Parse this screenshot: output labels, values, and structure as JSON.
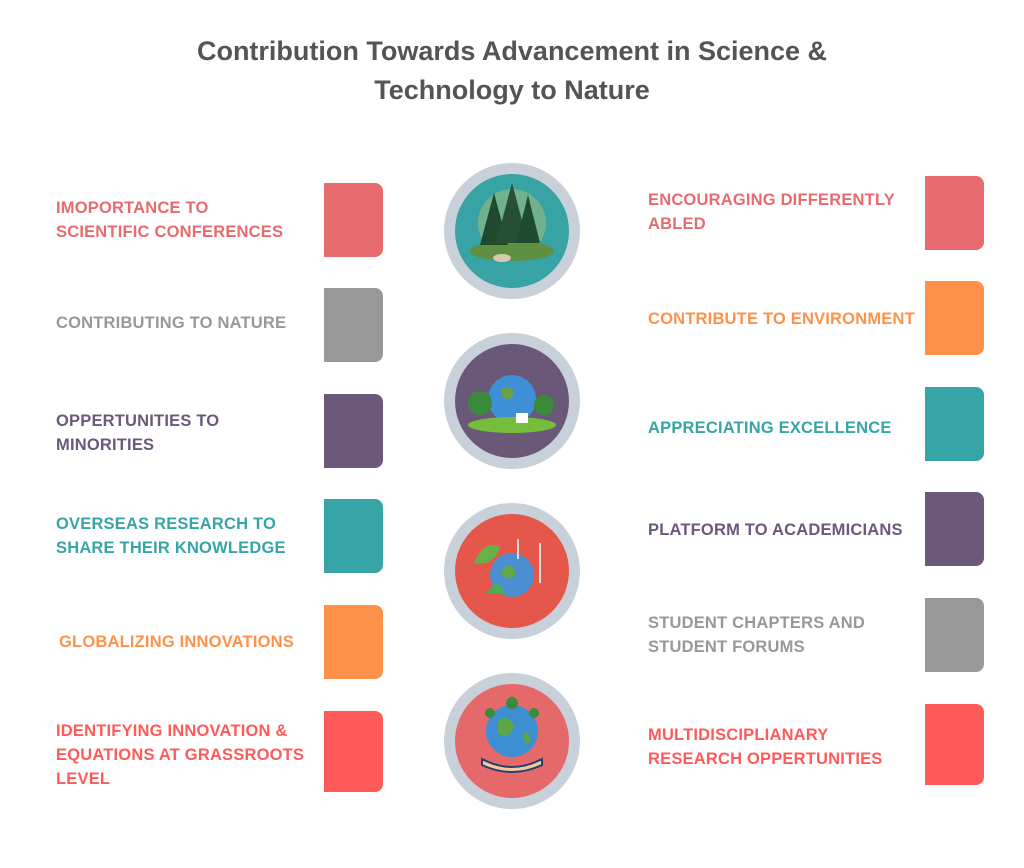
{
  "title_line1": "Contribution Towards Advancement in Science &",
  "title_line2": "Technology to Nature",
  "left": [
    {
      "label": "IMOPORTANCE TO SCIENTIFIC CONFERENCES",
      "color": "#e76b6e"
    },
    {
      "label": "CONTRIBUTING TO NATURE",
      "color": "#989898"
    },
    {
      "label": "OPPERTUNITIES TO MINORITIES",
      "color": "#6b587a"
    },
    {
      "label": "OVERSEAS RESEARCH TO SHARE THEIR KNOWLEDGE",
      "color": "#37a4a6"
    },
    {
      "label": "GLOBALIZING INNOVATIONS",
      "color": "#fe924a"
    },
    {
      "label": "IDENTIFYING INNOVATION & EQUATIONS AT GRASSROOTS LEVEL",
      "color": "#ff5a5a"
    }
  ],
  "right": [
    {
      "label": "ENCOURAGING DIFFERENTLY ABLED",
      "color": "#e76b6e"
    },
    {
      "label": "CONTRIBUTE TO ENVIRONMENT",
      "color": "#fe924a"
    },
    {
      "label": "APPRECIATING EXCELLENCE",
      "color": "#37a4a6"
    },
    {
      "label": "PLATFORM TO ACADEMICIANS",
      "color": "#6b587a"
    },
    {
      "label": "STUDENT CHAPTERS AND STUDENT FORUMS",
      "color": "#989898"
    },
    {
      "label": "MULTIDISCIPLIANARY RESEARCH OPPERTUNITIES",
      "color": "#ff5a5a"
    }
  ],
  "circles": [
    {
      "icon": "forest-island-icon",
      "color": "#37a3a5"
    },
    {
      "icon": "earth-community-icon",
      "color": "#6a5879"
    },
    {
      "icon": "green-energy-earth-icon",
      "color": "#e4574a"
    },
    {
      "icon": "earth-in-hand-icon",
      "color": "#e5686b"
    }
  ]
}
